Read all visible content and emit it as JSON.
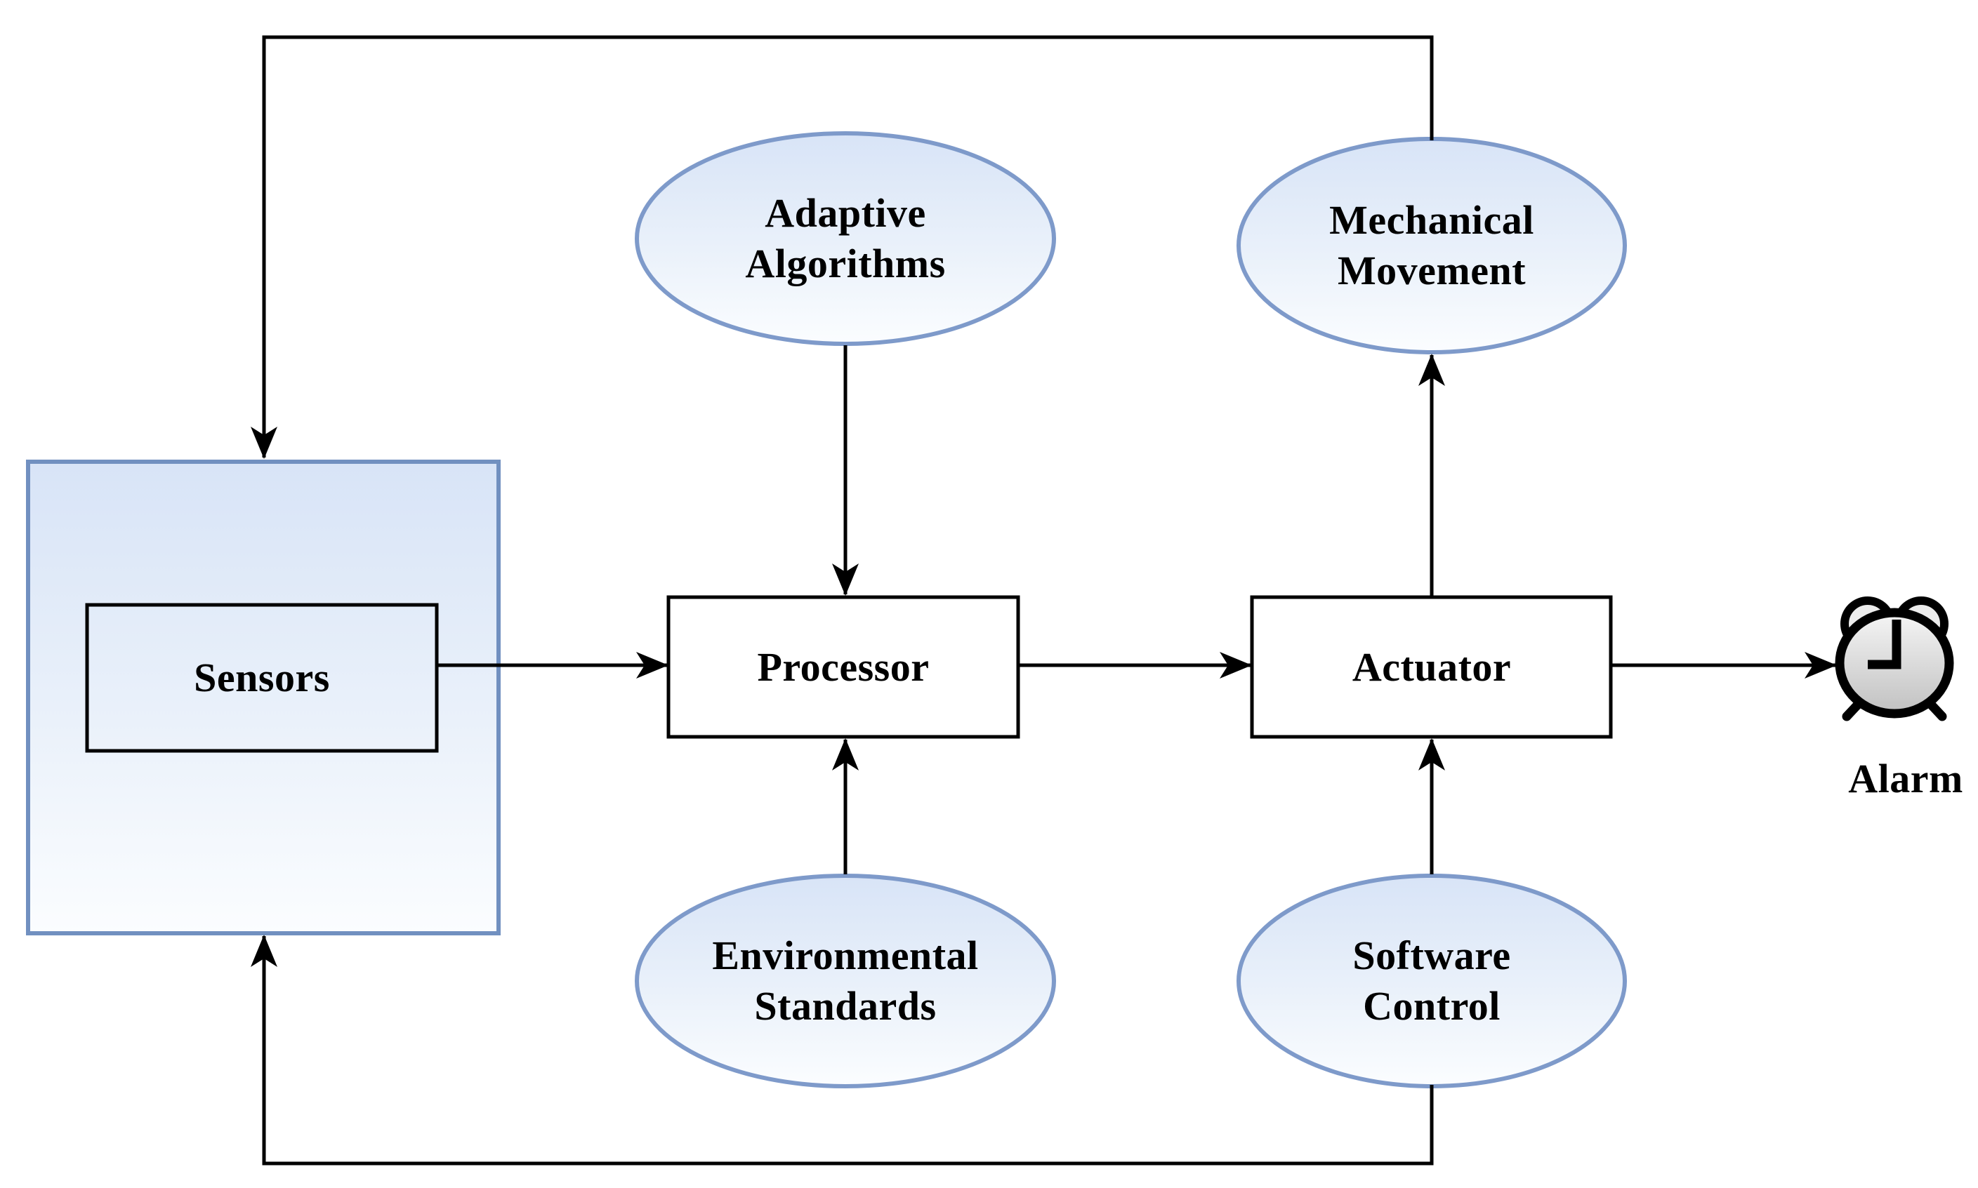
{
  "diagram": {
    "type": "flow-diagram",
    "background": "#ffffff",
    "colors": {
      "line": "#000000",
      "box_border": "#000000",
      "box_fill": "#ffffff",
      "ellipse_border": "#7e9aca",
      "container_border": "#7190c0",
      "tint_fill_top": "#d8e4f7",
      "tint_fill_bottom": "#fbfdff",
      "clock_fill_top": "#f5f5f5",
      "clock_fill_bottom": "#c1c1c1",
      "text": "#000000"
    },
    "nodes": {
      "sensors": {
        "label": "Sensors",
        "shape": "rectangle-in-panel"
      },
      "processor": {
        "label": "Processor",
        "shape": "rectangle"
      },
      "actuator": {
        "label": "Actuator",
        "shape": "rectangle"
      },
      "adaptive_algorithms": {
        "lines": [
          "Adaptive",
          "Algorithms"
        ],
        "shape": "ellipse"
      },
      "environmental_standards": {
        "lines": [
          "Environmental",
          "Standards"
        ],
        "shape": "ellipse"
      },
      "mechanical_movement": {
        "lines": [
          "Mechanical",
          "Movement"
        ],
        "shape": "ellipse"
      },
      "software_control": {
        "lines": [
          "Software",
          "Control"
        ],
        "shape": "ellipse"
      },
      "alarm": {
        "label": "Alarm",
        "shape": "alarm-clock-icon"
      }
    },
    "edges": [
      {
        "from": "Sensors",
        "to": "Processor",
        "style": "arrow"
      },
      {
        "from": "Processor",
        "to": "Actuator",
        "style": "arrow"
      },
      {
        "from": "Actuator",
        "to": "Alarm",
        "style": "arrow"
      },
      {
        "from": "Adaptive Algorithms",
        "to": "Processor",
        "style": "arrow"
      },
      {
        "from": "Environmental Standards",
        "to": "Processor",
        "style": "arrow"
      },
      {
        "from": "Actuator",
        "to": "Mechanical Movement",
        "style": "arrow"
      },
      {
        "from": "Software Control",
        "to": "Actuator",
        "style": "arrow"
      },
      {
        "from": "Mechanical Movement",
        "to": "Sensors",
        "style": "feedback-arrow-top"
      },
      {
        "from": "Software Control",
        "to": "Sensors",
        "style": "feedback-arrow-bottom"
      }
    ]
  }
}
